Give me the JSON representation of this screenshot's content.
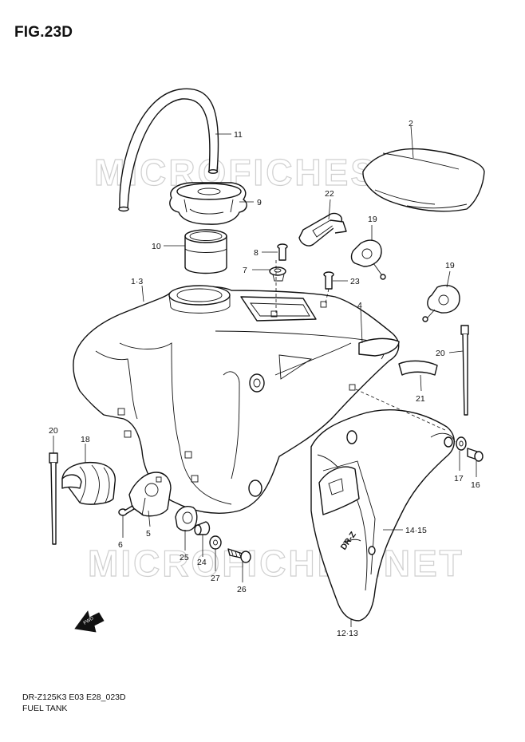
{
  "figure": {
    "title": "FIG.23D"
  },
  "watermark": {
    "text": "MICROFICHES.NET"
  },
  "callouts": [
    {
      "id": "c1",
      "label": "11"
    },
    {
      "id": "c2",
      "label": "2"
    },
    {
      "id": "c3",
      "label": "9"
    },
    {
      "id": "c4",
      "label": "22"
    },
    {
      "id": "c5",
      "label": "19"
    },
    {
      "id": "c6",
      "label": "10"
    },
    {
      "id": "c7",
      "label": "8"
    },
    {
      "id": "c8",
      "label": "7"
    },
    {
      "id": "c9",
      "label": "23"
    },
    {
      "id": "c10",
      "label": "19"
    },
    {
      "id": "c11",
      "label": "1·3"
    },
    {
      "id": "c12",
      "label": "4"
    },
    {
      "id": "c13",
      "label": "20"
    },
    {
      "id": "c14",
      "label": "21"
    },
    {
      "id": "c15",
      "label": "20"
    },
    {
      "id": "c16",
      "label": "18"
    },
    {
      "id": "c17",
      "label": "17"
    },
    {
      "id": "c18",
      "label": "16"
    },
    {
      "id": "c19",
      "label": "5"
    },
    {
      "id": "c20",
      "label": "6"
    },
    {
      "id": "c21",
      "label": "25"
    },
    {
      "id": "c22",
      "label": "24"
    },
    {
      "id": "c23",
      "label": "27"
    },
    {
      "id": "c24",
      "label": "26"
    },
    {
      "id": "c25",
      "label": "14·15"
    },
    {
      "id": "c26",
      "label": "12·13"
    }
  ],
  "decals": {
    "fwd_arrow": "FWD",
    "shroud_mark": "DR-Z"
  },
  "footer": {
    "model_code": "DR-Z125K3 E03 E28_023D",
    "caption": "FUEL TANK"
  }
}
